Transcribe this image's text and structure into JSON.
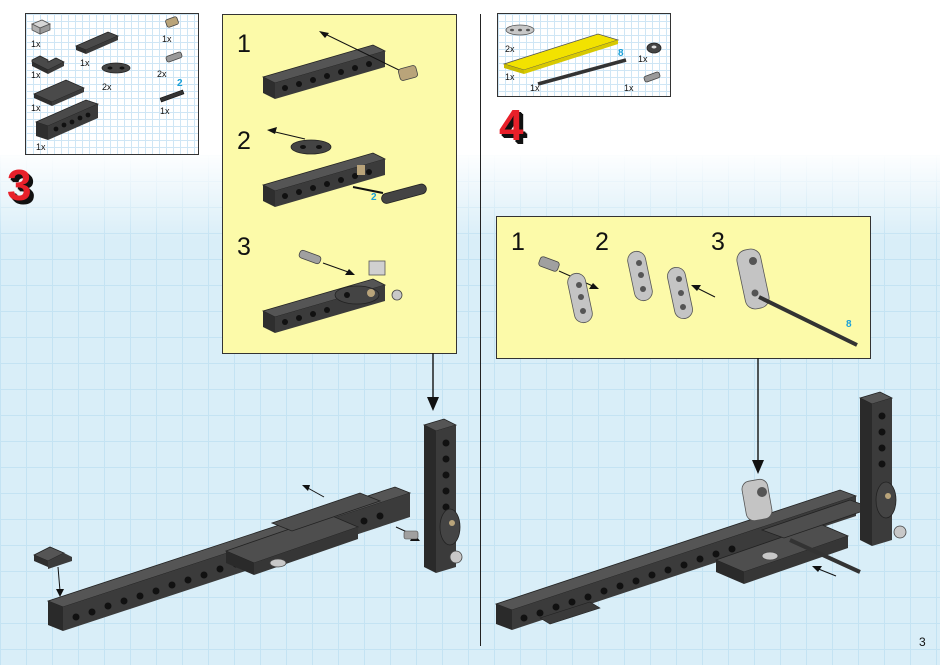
{
  "page_number": "3",
  "step3": {
    "number": "3",
    "parts": [
      {
        "qty": "1x"
      },
      {
        "qty": "1x"
      },
      {
        "qty": "1x"
      },
      {
        "qty": "1x"
      },
      {
        "qty": "2x"
      },
      {
        "qty": "2x"
      },
      {
        "qty": "1x"
      },
      {
        "qty": "1x"
      },
      {
        "qty": "1x"
      }
    ],
    "axle_length": "2",
    "substeps": [
      "1",
      "2",
      "3"
    ],
    "substep_axle_length": "2"
  },
  "step4": {
    "number": "4",
    "parts": [
      {
        "qty": "2x"
      },
      {
        "qty": "1x"
      },
      {
        "qty": "1x"
      },
      {
        "qty": "1x"
      },
      {
        "qty": "1x"
      }
    ],
    "axle_length": "8",
    "substeps": [
      "1",
      "2",
      "3"
    ],
    "substep_axle_length": "8"
  },
  "colors": {
    "brick_dark": "#3b3b3b",
    "brick_light": "#a9a9a9",
    "yellow_part": "#f2e200",
    "callout_bg": "#fcfaa9",
    "step_red": "#e8202a",
    "length_blue": "#1aa0d8"
  }
}
